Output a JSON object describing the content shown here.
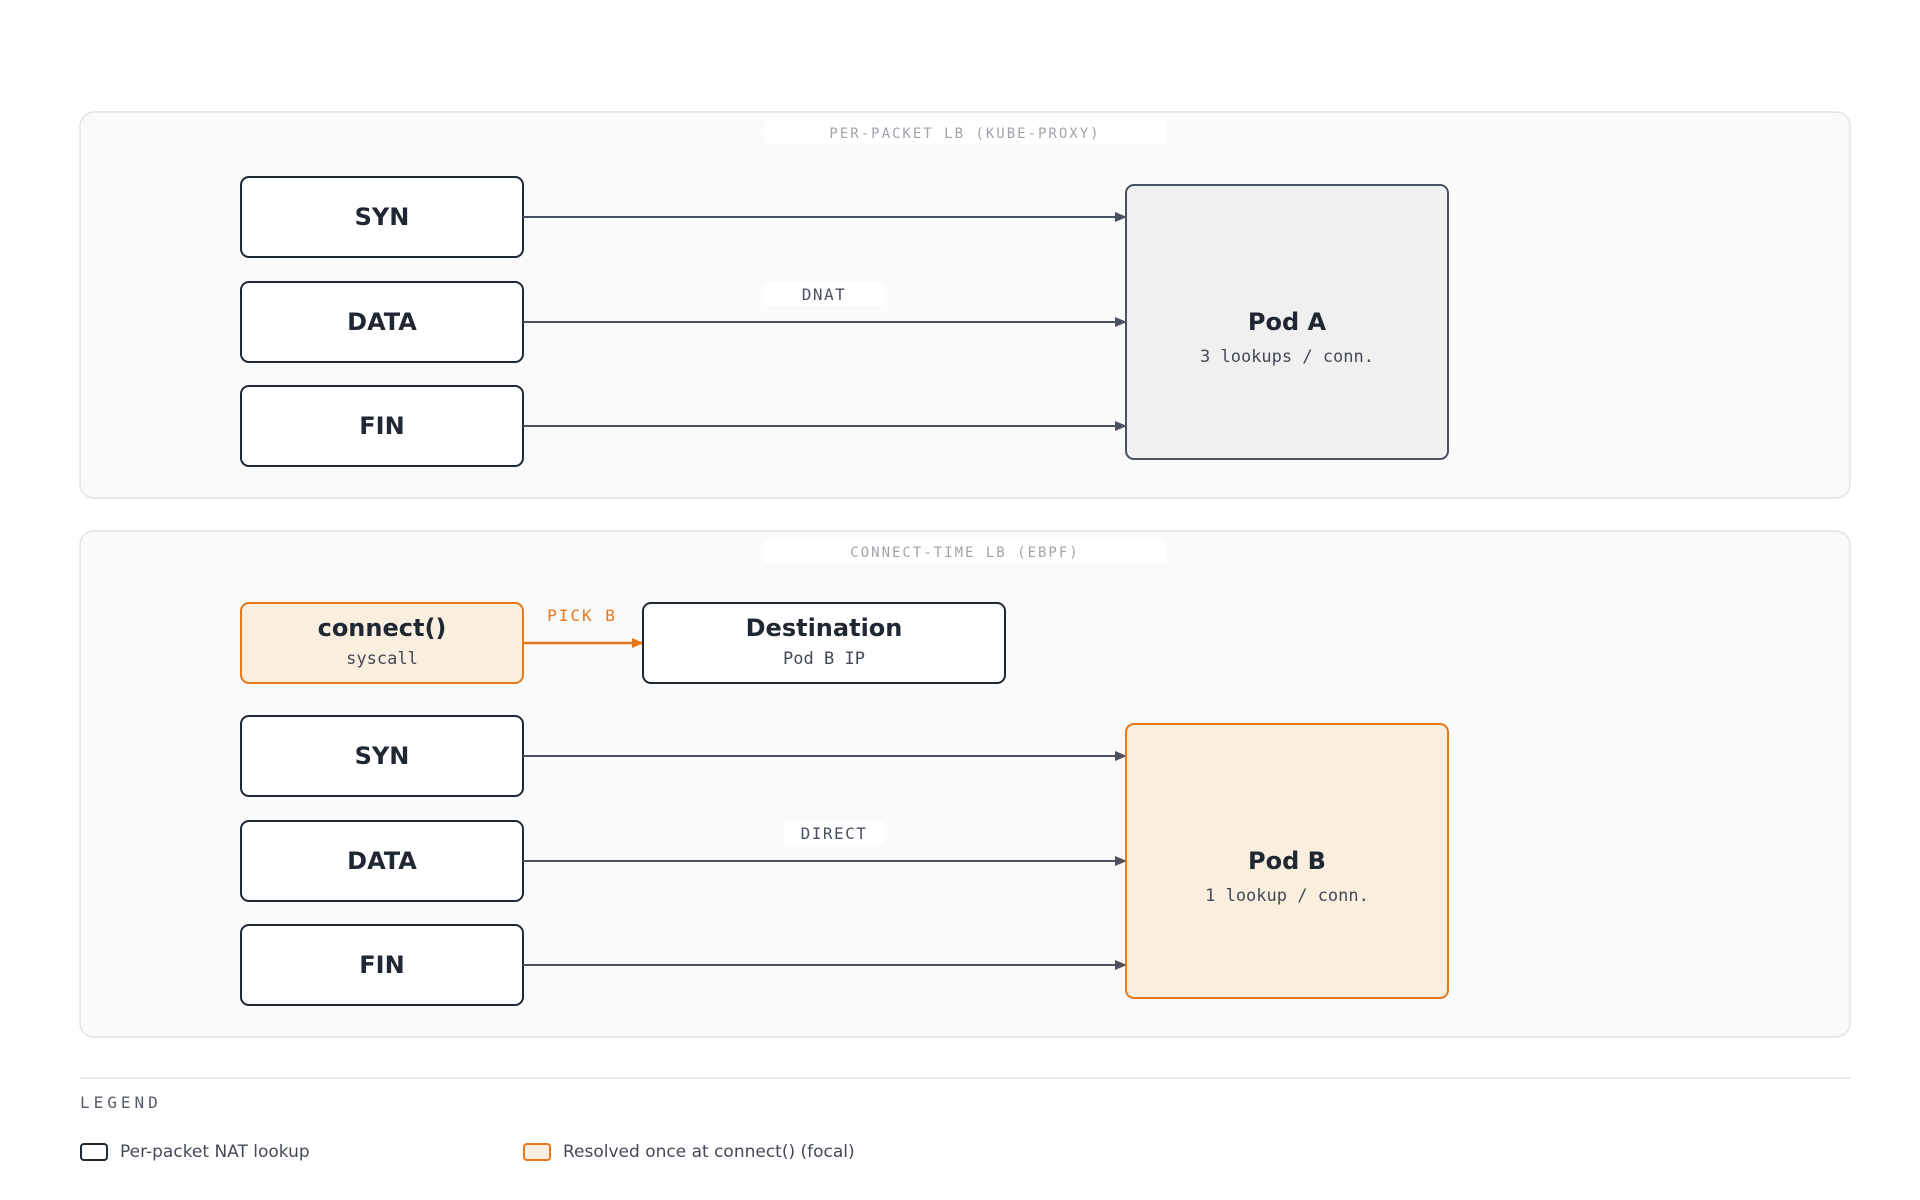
{
  "colors": {
    "ink": "#1f2733",
    "arrow": "#4a5160",
    "accent": "#e8761b",
    "focal_fill": "#faefdf",
    "pod_gray_fill": "#f0f0f0",
    "panel_fill": "#fafafa",
    "panel_border": "#e3e3e3"
  },
  "panel_top": {
    "title": "PER-PACKET LB (KUBE-PROXY)",
    "packets": [
      "SYN",
      "DATA",
      "FIN"
    ],
    "edge_label": "DNAT",
    "pod_title": "Pod A",
    "pod_subtitle": "3 lookups / conn."
  },
  "panel_bottom": {
    "title": "CONNECT-TIME LB (EBPF)",
    "connect_title": "connect()",
    "connect_subtitle": "syscall",
    "pick_label": "PICK B",
    "dest_title": "Destination",
    "dest_subtitle": "Pod B IP",
    "packets": [
      "SYN",
      "DATA",
      "FIN"
    ],
    "edge_label": "DIRECT",
    "pod_title": "Pod B",
    "pod_subtitle": "1 lookup / conn."
  },
  "legend": {
    "title": "LEGEND",
    "items": [
      {
        "label": "Per-packet NAT lookup"
      },
      {
        "label": "Resolved once at connect() (focal)"
      }
    ]
  }
}
